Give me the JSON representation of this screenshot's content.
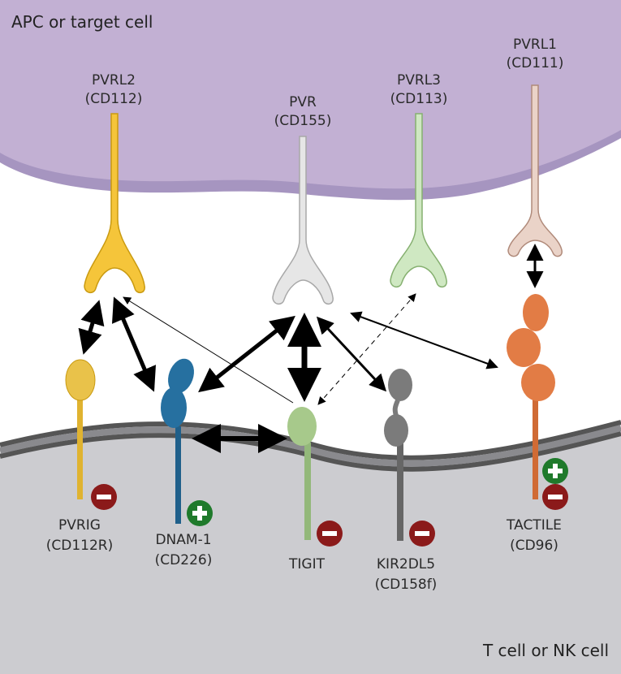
{
  "regions": {
    "apc_label": "APC or target cell",
    "tcell_label": "T cell or NK cell"
  },
  "ligands": {
    "pvrl2": {
      "line1": "PVRL2",
      "line2": "(CD112)",
      "color": "#f5c53a"
    },
    "pvr": {
      "line1": "PVR",
      "line2": "(CD155)",
      "color": "#d7d7d7"
    },
    "pvrl3": {
      "line1": "PVRL3",
      "line2": "(CD113)",
      "color": "#c7e3b8"
    },
    "pvrl1": {
      "line1": "PVRL1",
      "line2": "(CD111)",
      "color": "#e1c4b8"
    }
  },
  "receptors": {
    "pvrig": {
      "line1": "PVRIG",
      "line2": "(CD112R)",
      "color": "#e9c24a",
      "signal": "inhibitory"
    },
    "dnam1": {
      "line1": "DNAM-1",
      "line2": "(CD226)",
      "color": "#2670a0",
      "signal": "activating"
    },
    "tigit": {
      "line1": "TIGIT",
      "line2": "",
      "color": "#a7c98b",
      "signal": "inhibitory"
    },
    "kir2dl5": {
      "line1": "KIR2DL5",
      "line2": "(CD158f)",
      "color": "#7b7b7b",
      "signal": "inhibitory"
    },
    "tactile": {
      "line1": "TACTILE",
      "line2": "(CD96)",
      "color": "#e27c45",
      "signal": "activating and inhibitory"
    }
  },
  "colors": {
    "apc_membrane": "#c2b0d3",
    "apc_edge": "#a695c0",
    "tcell_fill": "#ccccd0",
    "membrane_dark": "#555555",
    "inhibitory": "#8b1a1a",
    "activating": "#1f7a2b"
  },
  "icons": {
    "inhibitory": "minus-sign-icon",
    "activating": "plus-sign-icon"
  }
}
